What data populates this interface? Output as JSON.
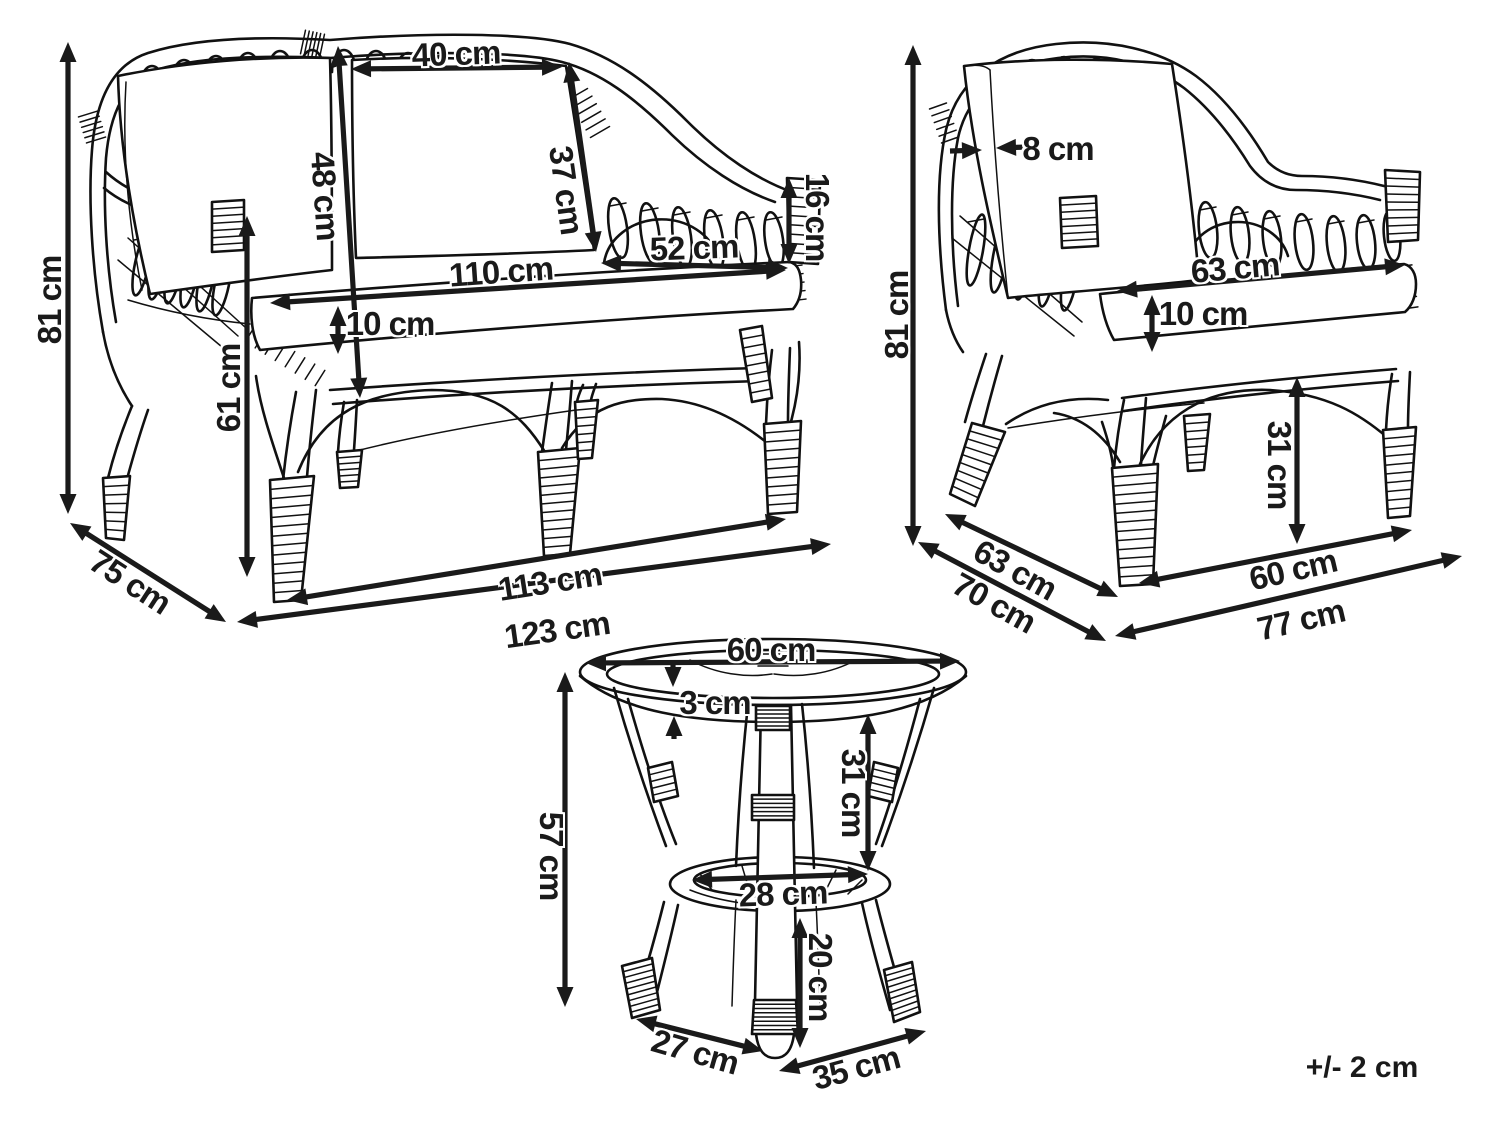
{
  "diagram": {
    "sofa": {
      "height": "81 cm",
      "cushion_width": "40 cm",
      "back_cushion_height": "48 cm",
      "side_back_height": "37 cm",
      "side_seat_depth": "52 cm",
      "armrest_height": "16 cm",
      "seat_width": "110 cm",
      "cushion_thickness": "10 cm",
      "seat_height": "61 cm",
      "depth": "75 cm",
      "seat_span": "113 cm",
      "total_width": "123 cm"
    },
    "armchair": {
      "height": "81 cm",
      "back_cushion_thickness": "8 cm",
      "seat_width": "63 cm",
      "cushion_thickness": "10 cm",
      "leg_height": "31 cm",
      "seat_depth": "63 cm",
      "total_depth": "70 cm",
      "seat_span": "60 cm",
      "total_width": "77 cm"
    },
    "table": {
      "diameter": "60 cm",
      "top_thickness": "3 cm",
      "height": "57 cm",
      "shelf_height": "31 cm",
      "shelf_width": "28 cm",
      "foot_height": "20 cm",
      "foot_spread_left": "27 cm",
      "foot_spread_right": "35 cm"
    },
    "tolerance": "+/- 2 cm"
  }
}
